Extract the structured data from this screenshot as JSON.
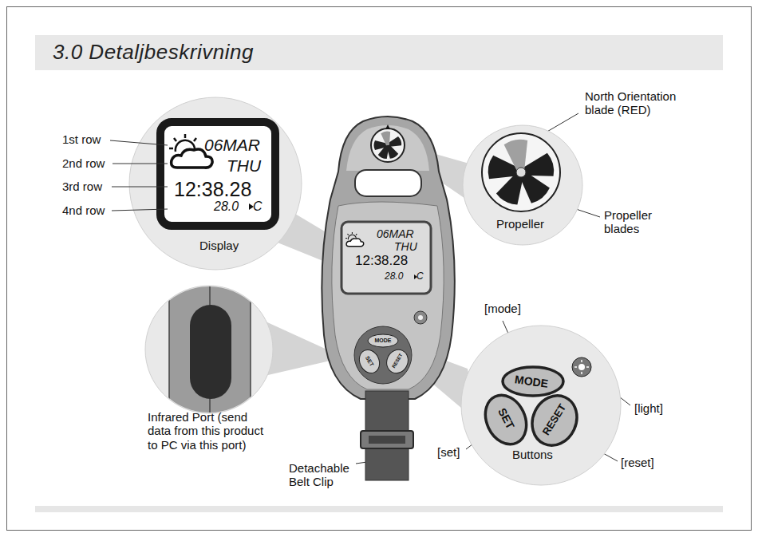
{
  "diagram": {
    "title": "3.0 Detaljbeskrivning",
    "nodes": [
      {
        "text": [
          "Display"
        ]
      },
      {
        "text": [
          "06MAR",
          "THU",
          "12:38.28",
          "28.0",
          "C"
        ],
        "in": 0
      },
      {
        "text": [
          "Propeller"
        ]
      },
      {
        "text": [
          "06MAR",
          "THU",
          "12:38.28",
          "28.0",
          "C"
        ]
      },
      {
        "text": [
          "MODE"
        ]
      },
      {
        "text": [
          "SET"
        ]
      },
      {
        "text": [
          "RESET"
        ]
      },
      {
        "text": [
          "Buttons"
        ]
      },
      {
        "text": [
          "MODE"
        ],
        "in": 7
      },
      {
        "text": [
          "SET"
        ],
        "in": 7
      },
      {
        "text": [
          "RESET"
        ],
        "in": 7
      }
    ],
    "labels": [
      "1st row",
      "2nd row",
      "3rd row",
      "4nd row",
      "North Orientation blade (RED)",
      "Propeller blades",
      "[mode]",
      "Infrared Port (send data from this product to PC via this port)",
      "[light]",
      "[set]",
      "[reset]",
      "Detachable Belt Clip"
    ]
  }
}
